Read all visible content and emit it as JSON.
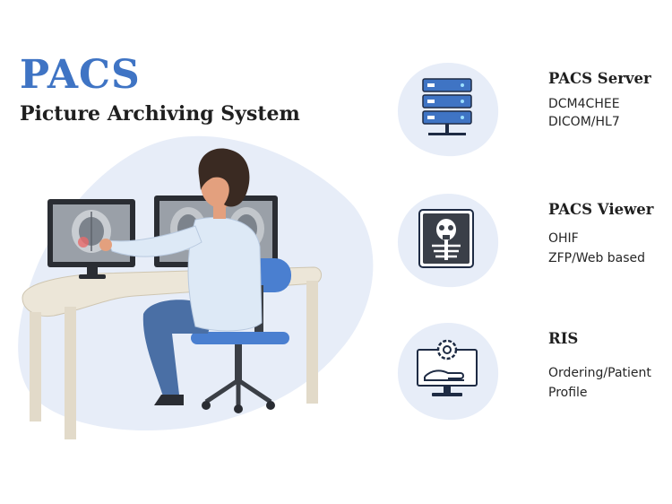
{
  "header": {
    "title": "PACS",
    "subtitle": "Picture Archiving System"
  },
  "features": [
    {
      "title": "PACS Server",
      "lines": [
        "DCM4CHEE",
        "DICOM/HL7"
      ],
      "icon": "server-stack-icon"
    },
    {
      "title": "PACS Viewer",
      "lines": [
        "OHIF",
        "ZFP/Web based"
      ],
      "icon": "xray-skeleton-icon"
    },
    {
      "title": "RIS",
      "lines": [
        "Ordering/Patient",
        "Profile"
      ],
      "icon": "monitor-gear-hand-icon"
    }
  ],
  "colors": {
    "accent": "#3f74c4",
    "blob": "#e7edf8",
    "chair": "#4a7fd0",
    "desk": "#ece6d8",
    "coat": "#dde9f6"
  }
}
